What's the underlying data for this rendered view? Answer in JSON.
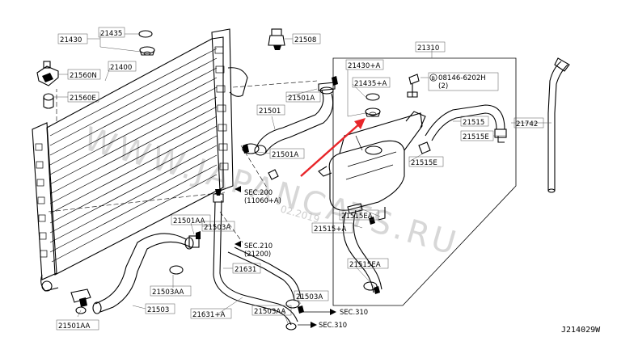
{
  "diagram_id": "J214029W",
  "watermark": {
    "main": "WWW.JAPANCATS.RU",
    "small": "02.2019"
  },
  "labels": {
    "p21435": "21435",
    "p21430": "21430",
    "p21560n": "21560N",
    "p21400": "21400",
    "p21560e": "21560E",
    "p21508": "21508",
    "p21310": "21310",
    "p21430a": "21430+A",
    "p21435a": "21435+A",
    "p08146": "08146-6202H",
    "p08146_qty": "(2)",
    "p21501a_top": "21501A",
    "p21501": "21501",
    "p21501a_low": "21501A",
    "p21515": "21515",
    "p21742": "21742",
    "p21515e_right": "21515E",
    "p21515e_mid": "21515E",
    "p21515ea_1": "21515EA",
    "p21515a": "21515+A",
    "p21515ea_2": "21515EA",
    "p21501aa_mid": "21501AA",
    "p21503a_mid": "21503A",
    "p21631": "21631",
    "p21503aa_low": "21503AA",
    "p21503": "21503",
    "p21631a": "21631+A",
    "p21503aa_2": "21503AA",
    "p21503a_low": "21503A",
    "p21501aa_low": "21501AA",
    "sec200": "SEC.200",
    "sec200_sub": "(11060+A)",
    "sec210": "SEC.210",
    "sec210_sub": "(21200)",
    "sec310_a": "SEC.310",
    "sec310_b": "SEC.310"
  }
}
